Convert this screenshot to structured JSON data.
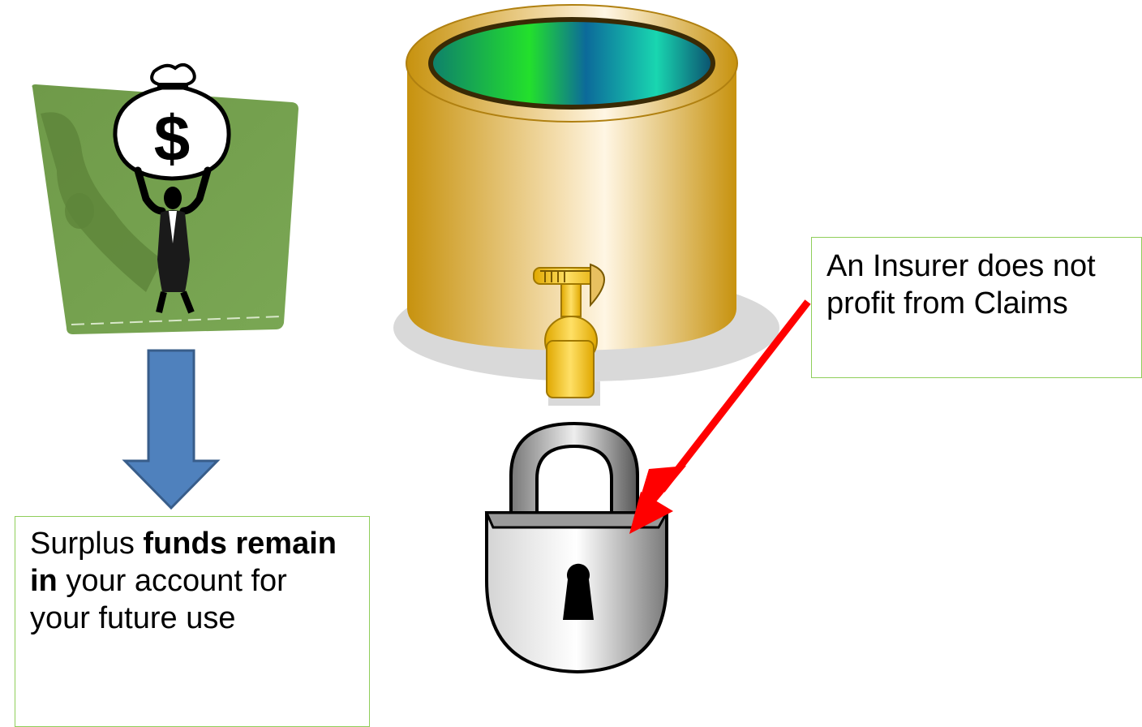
{
  "notes": {
    "surplus": {
      "part1": "Surplus ",
      "bold1": "funds remain in",
      "part2": " your account for your future use"
    },
    "insurer": "An Insurer does not profit from Claims"
  },
  "dollar_symbol": "$",
  "colors": {
    "box_border": "#8fce5a",
    "down_arrow": "#4f81bd",
    "pointer_arrow": "#ff0000",
    "card_green": "#77a04f",
    "barrel_gold": "#d4a017",
    "lock_silver": "#a8a8a8"
  }
}
